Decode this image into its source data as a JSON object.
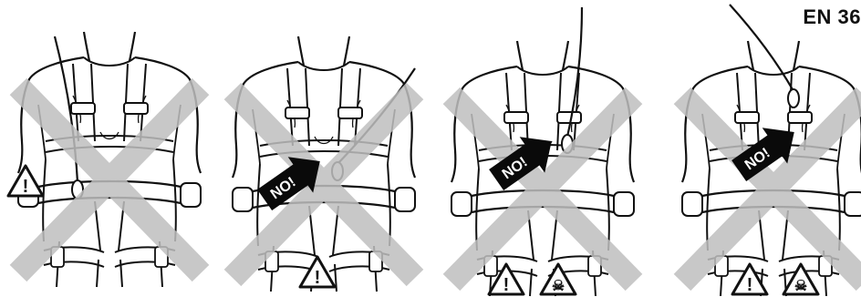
{
  "header": {
    "standard_label": "EN 36"
  },
  "callouts": {
    "no_label": "NO!"
  },
  "icons": {
    "warning": "warning-triangle-icon",
    "toxic": "skull-crossbones-icon"
  },
  "panels": [
    {
      "id": "panel-1",
      "callout": false,
      "warnings": [
        "warning"
      ],
      "symbols": [
        "!"
      ]
    },
    {
      "id": "panel-2",
      "callout": true,
      "warnings": [
        "warning"
      ],
      "symbols": [
        "!"
      ]
    },
    {
      "id": "panel-3",
      "callout": true,
      "warnings": [
        "warning",
        "toxic"
      ],
      "symbols": [
        "!",
        "☠"
      ]
    },
    {
      "id": "panel-4",
      "callout": true,
      "warnings": [
        "warning",
        "toxic"
      ],
      "symbols": [
        "!",
        "☠"
      ]
    }
  ],
  "colors": {
    "line": "#111111",
    "cross": "#bfbfbf",
    "callout": "#0a0a0a",
    "callout_text": "#ffffff",
    "background": "#ffffff"
  }
}
